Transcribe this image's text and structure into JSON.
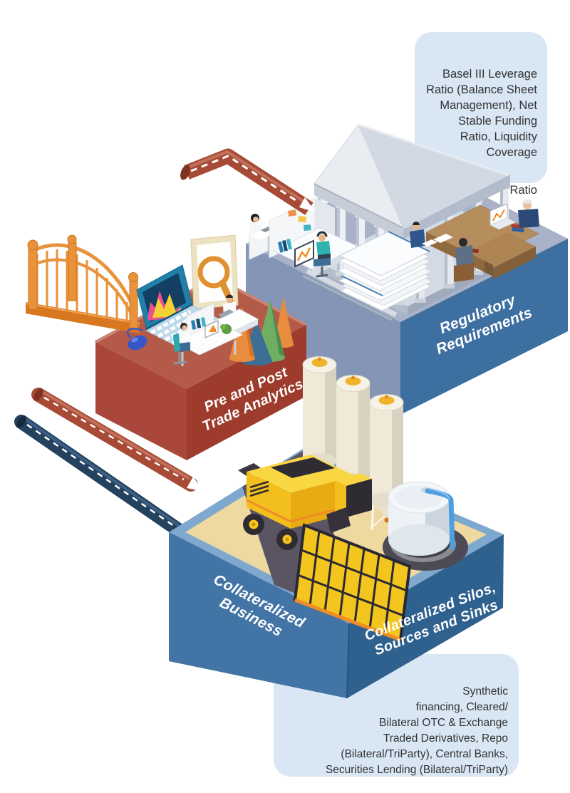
{
  "notes": {
    "regulatory": {
      "body": "Basel III Leverage\nRatio (Balance Sheet\nManagement), Net\nStable Funding\nRatio, Liquidity\nCoverage",
      "footer": "Ratio"
    },
    "collateral": {
      "body": "Synthetic\nfinancing, Cleared/\nBilateral OTC & Exchange\nTraded Derivatives, Repo\n(Bilateral/TriParty), Central Banks,\nSecurities Lending (Bilateral/TriParty)"
    }
  },
  "platform_labels": {
    "analytics": {
      "line1": "Pre and Post",
      "line2": "Trade Analytics"
    },
    "regulatory": {
      "line1": "Regulatory",
      "line2": "Requirements"
    },
    "collateral_business": {
      "line1": "Collateralized",
      "line2": "Business"
    },
    "collateral_silos": {
      "line1": "Collateralized Silos,",
      "line2": "Sources and Sinks"
    }
  },
  "scene_objects": [
    "bank-building",
    "office-workers",
    "paper-stack",
    "meeting-desk",
    "inflow-pipe-arrow",
    "wooden-bridge",
    "laptop-with-chart",
    "magnifier-poster",
    "computer-mouse",
    "cone-chart",
    "transfer-pipes",
    "combine-harvester",
    "grain-silos",
    "storage-tank-sink"
  ],
  "colors": {
    "note_background": "#d9e6f4",
    "note_text": "#333333",
    "label_text": "#ffffff",
    "regulatory_platform_side": "#3d6fa1",
    "regulatory_platform_top": "#a9b2c8",
    "analytics_platform_top": "#b45a48",
    "analytics_platform_side": "#9d3b2c",
    "collateral_platform_left": "#4274a5",
    "collateral_platform_right": "#2f618f",
    "collateral_rim": "#7fa8cf",
    "collateral_field": "#eed9a0",
    "road": "#5b5563",
    "pipe_red": "#a84b36",
    "pipe_navy": "#24415e",
    "bridge_orange": "#e8923a",
    "harvester_yellow": "#f5c71d",
    "silo_cream": "#efe9d9",
    "magnifier_orange": "#e0912f",
    "laptop_teal": "#2180a8"
  }
}
